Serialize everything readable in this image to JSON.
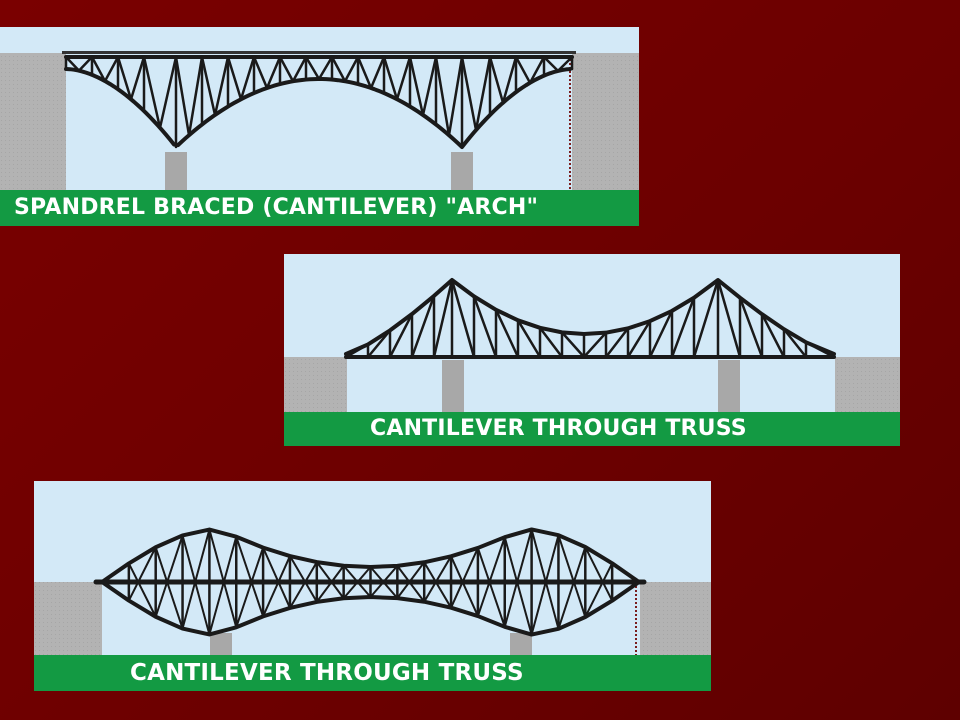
{
  "panels": [
    {
      "caption": "SPANDREL BRACED (CANTILEVER) \"ARCH\""
    },
    {
      "caption": "CANTILEVER THROUGH TRUSS"
    },
    {
      "caption": "CANTILEVER THROUGH TRUSS"
    }
  ],
  "colors": {
    "background": "#6b0000",
    "sky": "#d3e9f7",
    "abutment": "#b2b2b2",
    "truss": "#1a1a1a",
    "caption_band": "#139a43",
    "caption_text": "#ffffff"
  }
}
